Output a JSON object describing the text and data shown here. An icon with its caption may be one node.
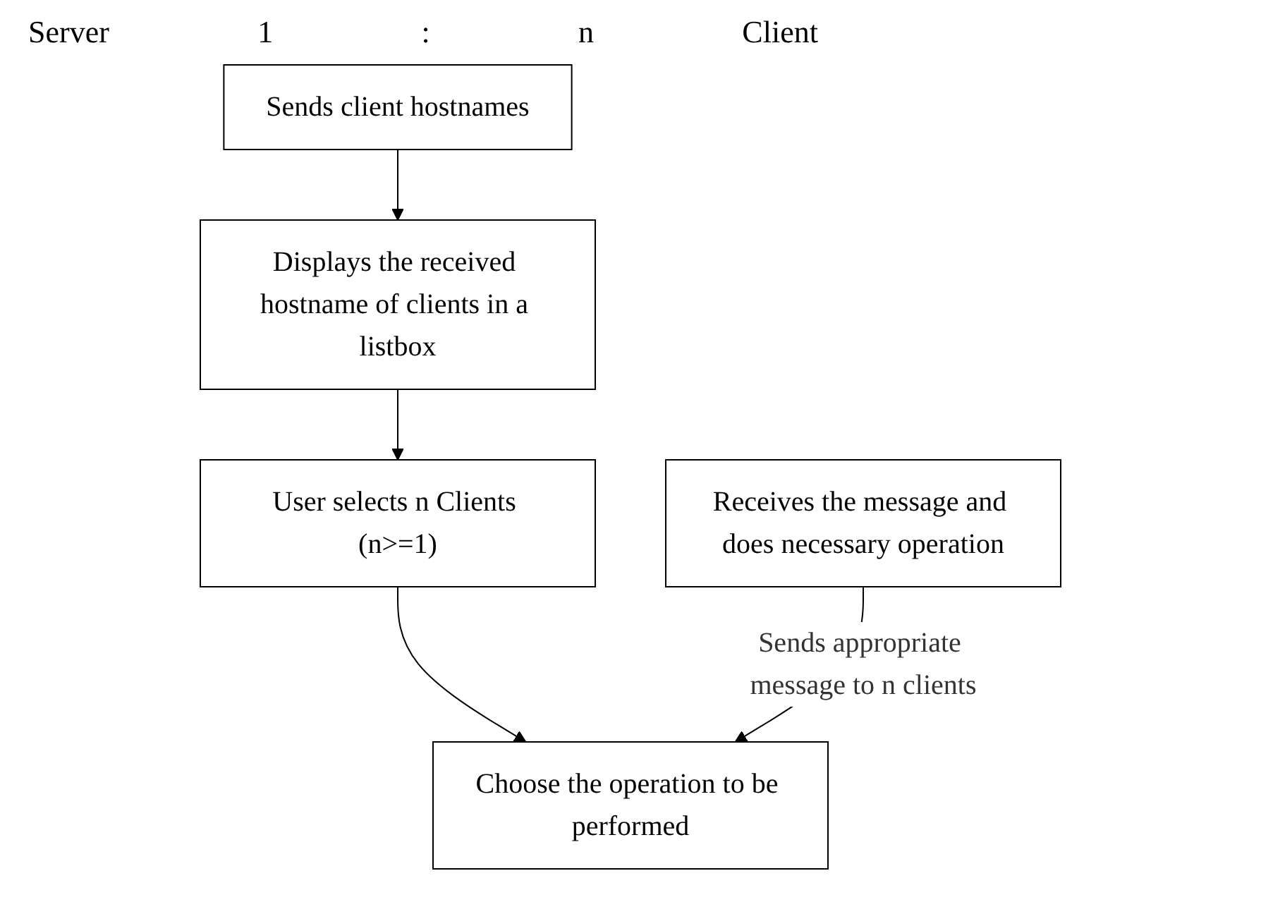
{
  "diagram": {
    "nodes": [
      {
        "text": [
          "Displays the received hostname of clients in a listbox"
        ]
      },
      {
        "text": [
          "Sends client hostnames"
        ]
      },
      {
        "text": [
          "User selects n Clients (n>=1)"
        ]
      },
      {
        "text": [
          "Choose the operation to be performed"
        ]
      },
      {
        "text": [
          "Receives the message and does necessary operation"
        ]
      }
    ],
    "edges": [
      {
        "from": 1,
        "to": 0,
        "arrow": "to"
      },
      {
        "from": 0,
        "to": 2,
        "arrow": "to"
      },
      {
        "from": 2,
        "to": 3,
        "arrow": "to"
      },
      {
        "from": 4,
        "to": 3,
        "arrow": "to",
        "label": "Sends appropriate message to n clients"
      }
    ],
    "labels": [
      "Server",
      "1",
      ":",
      "n",
      "Client"
    ]
  }
}
